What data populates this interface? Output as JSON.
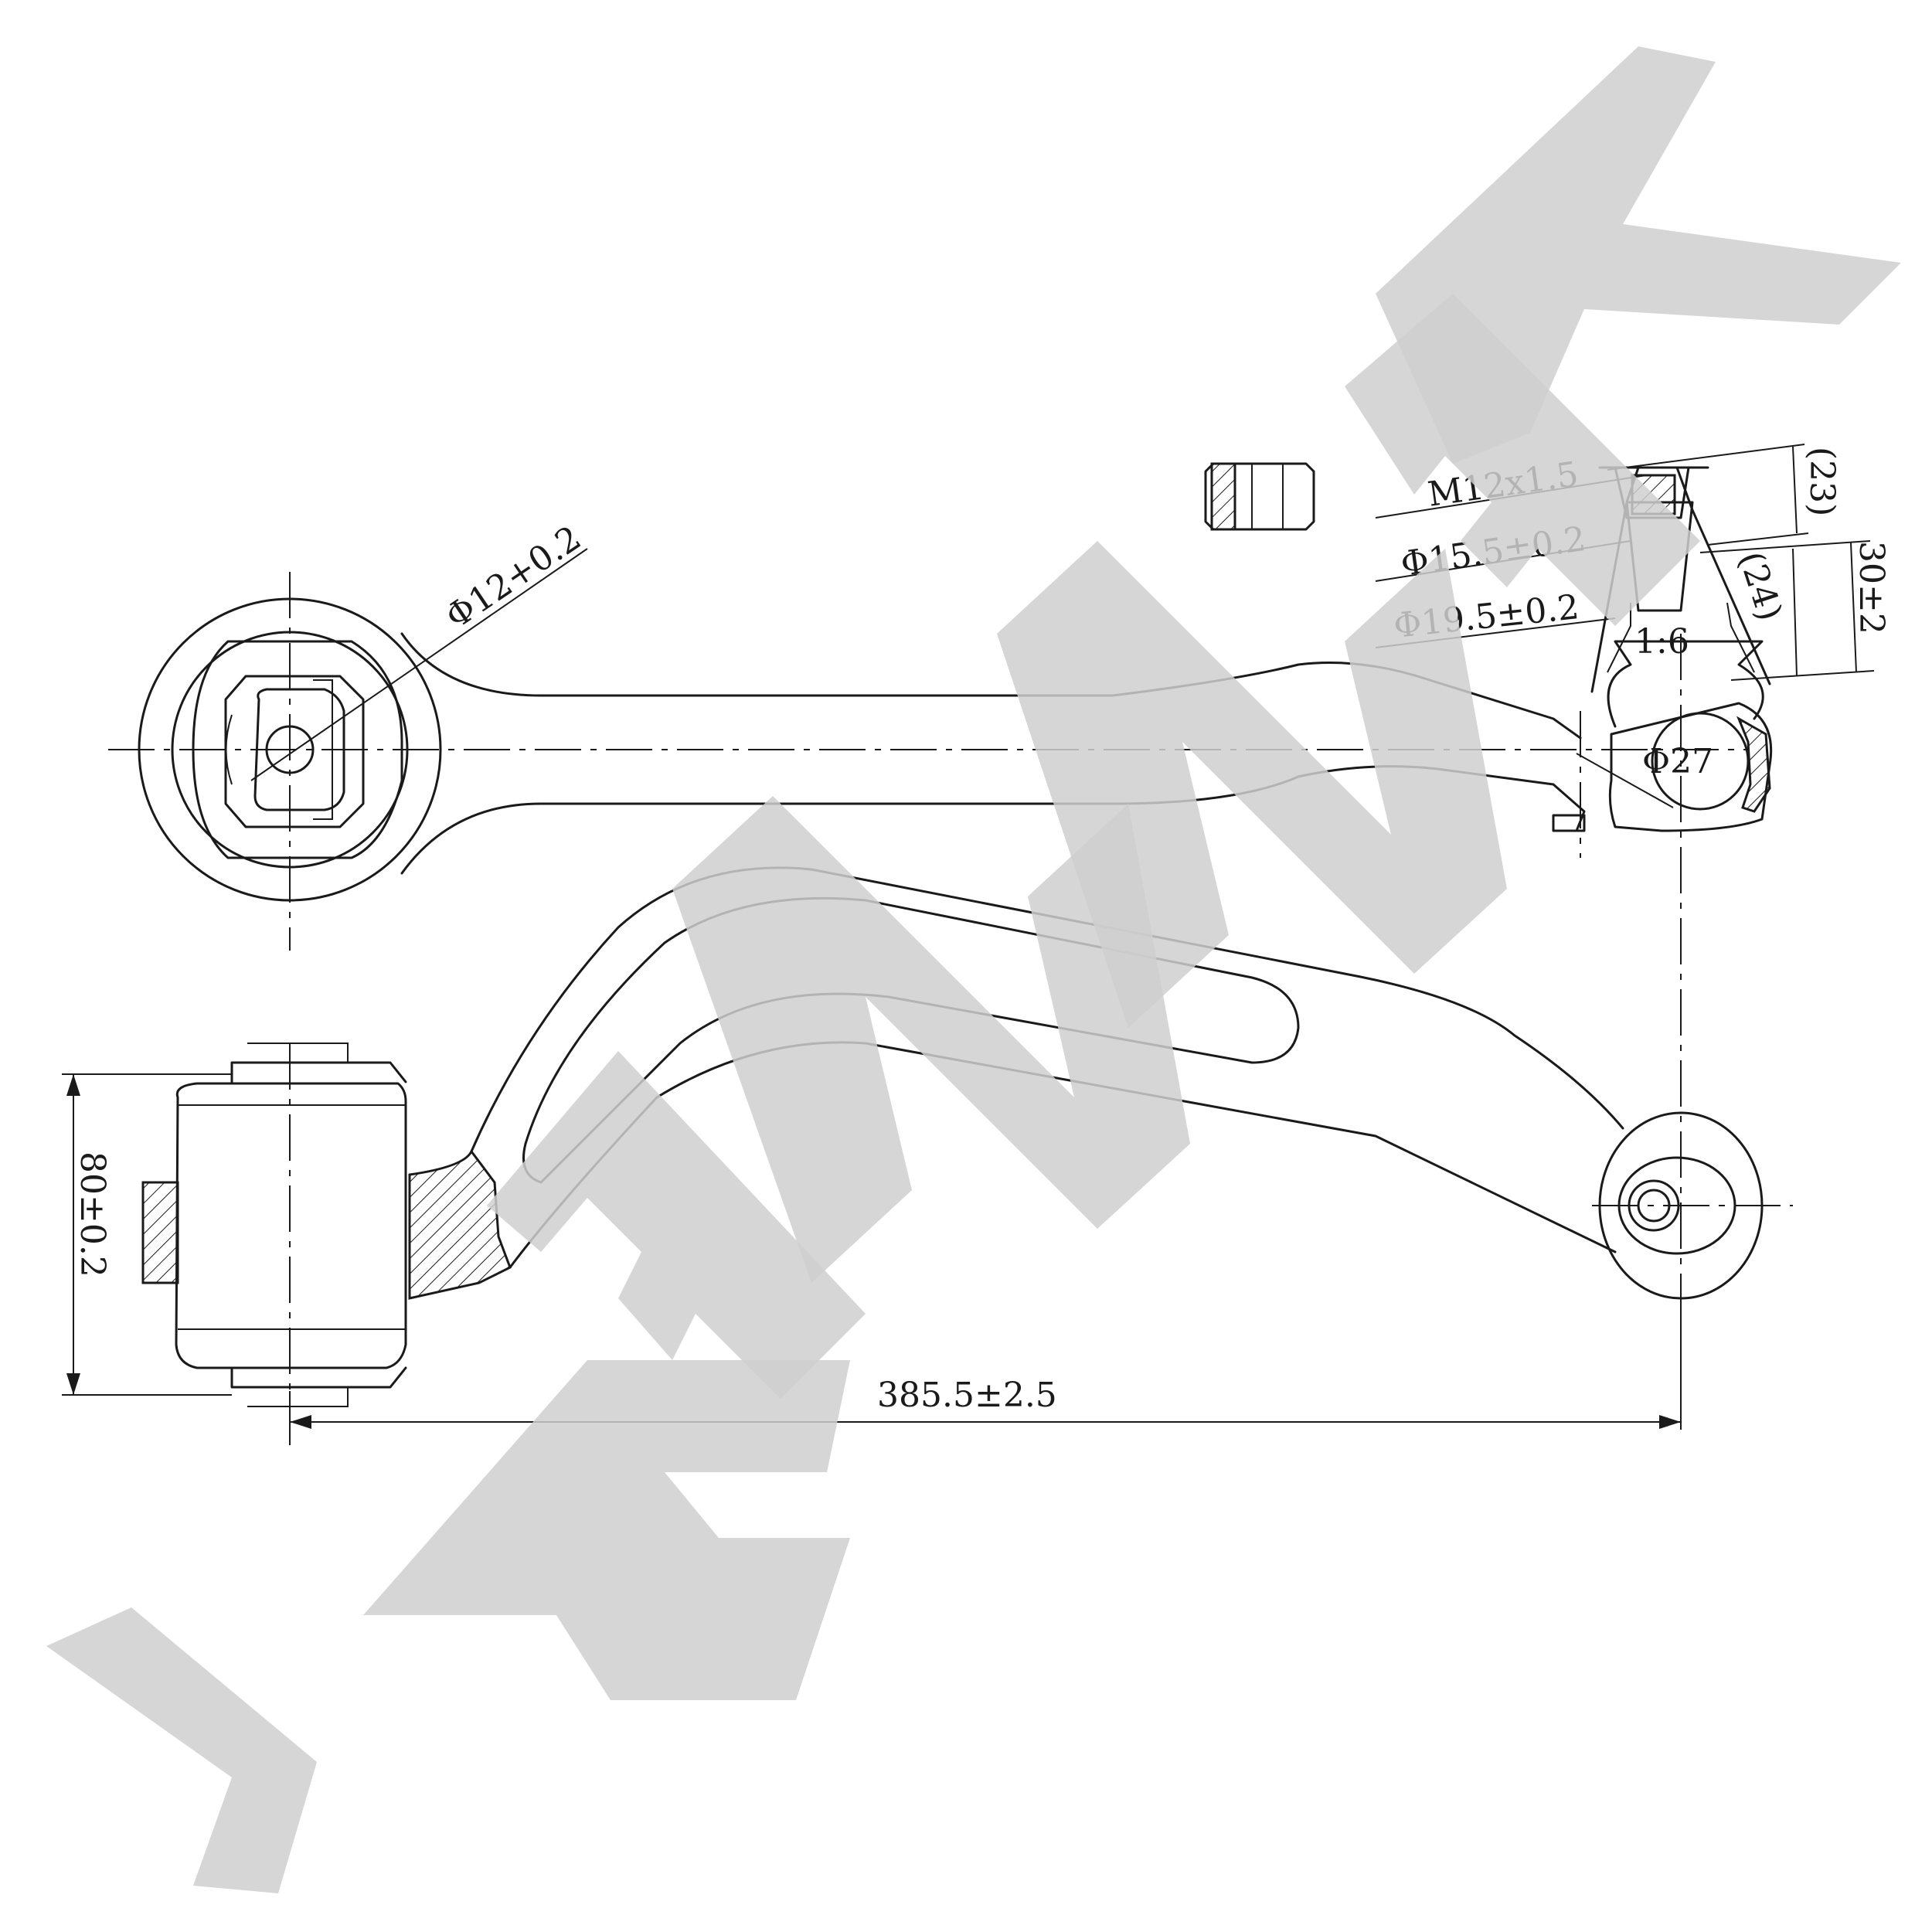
{
  "drawing": {
    "dimensions": {
      "bushing_bore": "Φ12+0.2",
      "thread": "M12x1.5",
      "pin_dia_upper": "Φ15.5±0.2",
      "pin_dia_lower": "Φ19.5±0.2",
      "taper": "1:6",
      "ball_dia": "Φ27",
      "ref_height_1": "(23)",
      "ref_height_2": "(24)",
      "stud_height": "30±2",
      "bushing_width": "80±0.2",
      "arm_length": "385.5±2.5"
    },
    "watermark": {
      "brand": "ZENNEK",
      "color": "#cfcfcf"
    }
  }
}
